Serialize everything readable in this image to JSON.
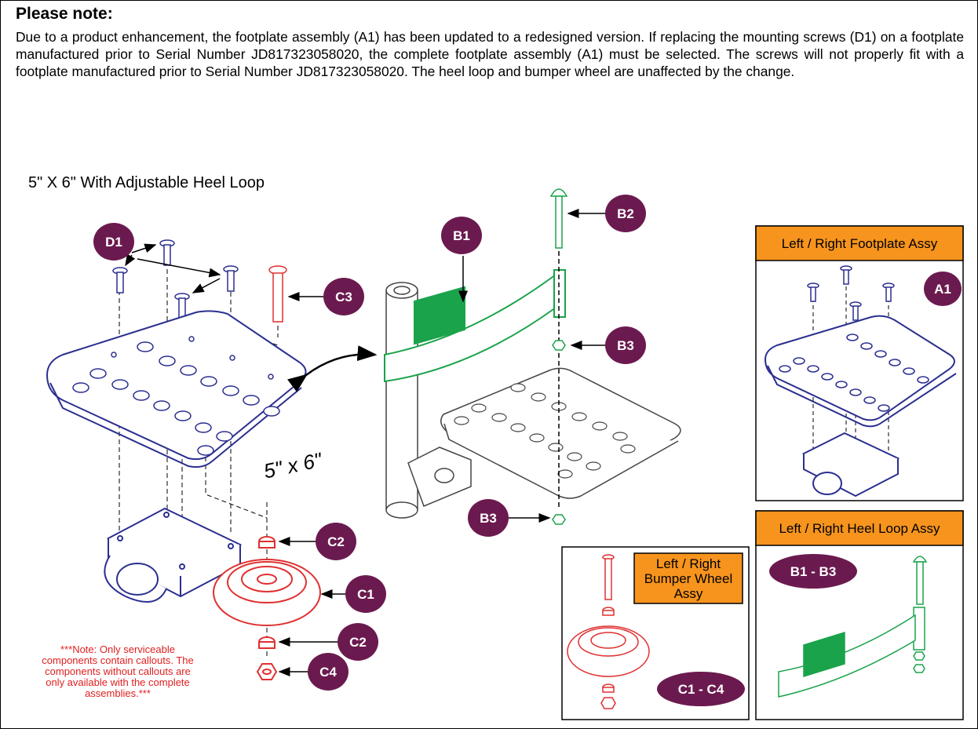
{
  "note": {
    "heading": "Please note:",
    "body": "Due to a product enhancement, the footplate assembly (A1) has been updated to a redesigned version. If replacing the mounting screws (D1) on a footplate manufactured prior to Serial Number JD817323058020, the complete footplate assembly (A1) must be selected. The screws will not properly fit with a footplate manufactured prior to Serial Number JD817323058020. The heel loop and bumper wheel are unaffected by the change."
  },
  "subtitle": "5\" X 6\" With Adjustable Heel Loop",
  "size_label": "5\" x 6\"",
  "callouts": {
    "d1": "D1",
    "c3": "C3",
    "b1": "B1",
    "b2": "B2",
    "b3_top": "B3",
    "b3_bottom": "B3",
    "c2_top": "C2",
    "c1": "C1",
    "c2_bottom": "C2",
    "c4": "C4",
    "a1": "A1",
    "b1_b3": "B1 - B3",
    "c1_c4": "C1 - C4"
  },
  "boxes": {
    "footplate": "Left / Right Footplate Assy",
    "heel_loop": "Left / Right Heel Loop Assy",
    "bumper_line1": "Left / Right",
    "bumper_line2": "Bumper Wheel",
    "bumper_line3": "Assy"
  },
  "red_note": {
    "line1": "***Note: Only serviceable",
    "line2": "components contain callouts. The",
    "line3": "components without callouts are",
    "line4": "only available with the complete",
    "line5": "assemblies.***"
  },
  "colors": {
    "callout": "#6b1a4f",
    "box_header": "#f7941d",
    "blue_part": "#2b2f8f",
    "green_part": "#1aa34a",
    "red_part": "#e03030"
  }
}
